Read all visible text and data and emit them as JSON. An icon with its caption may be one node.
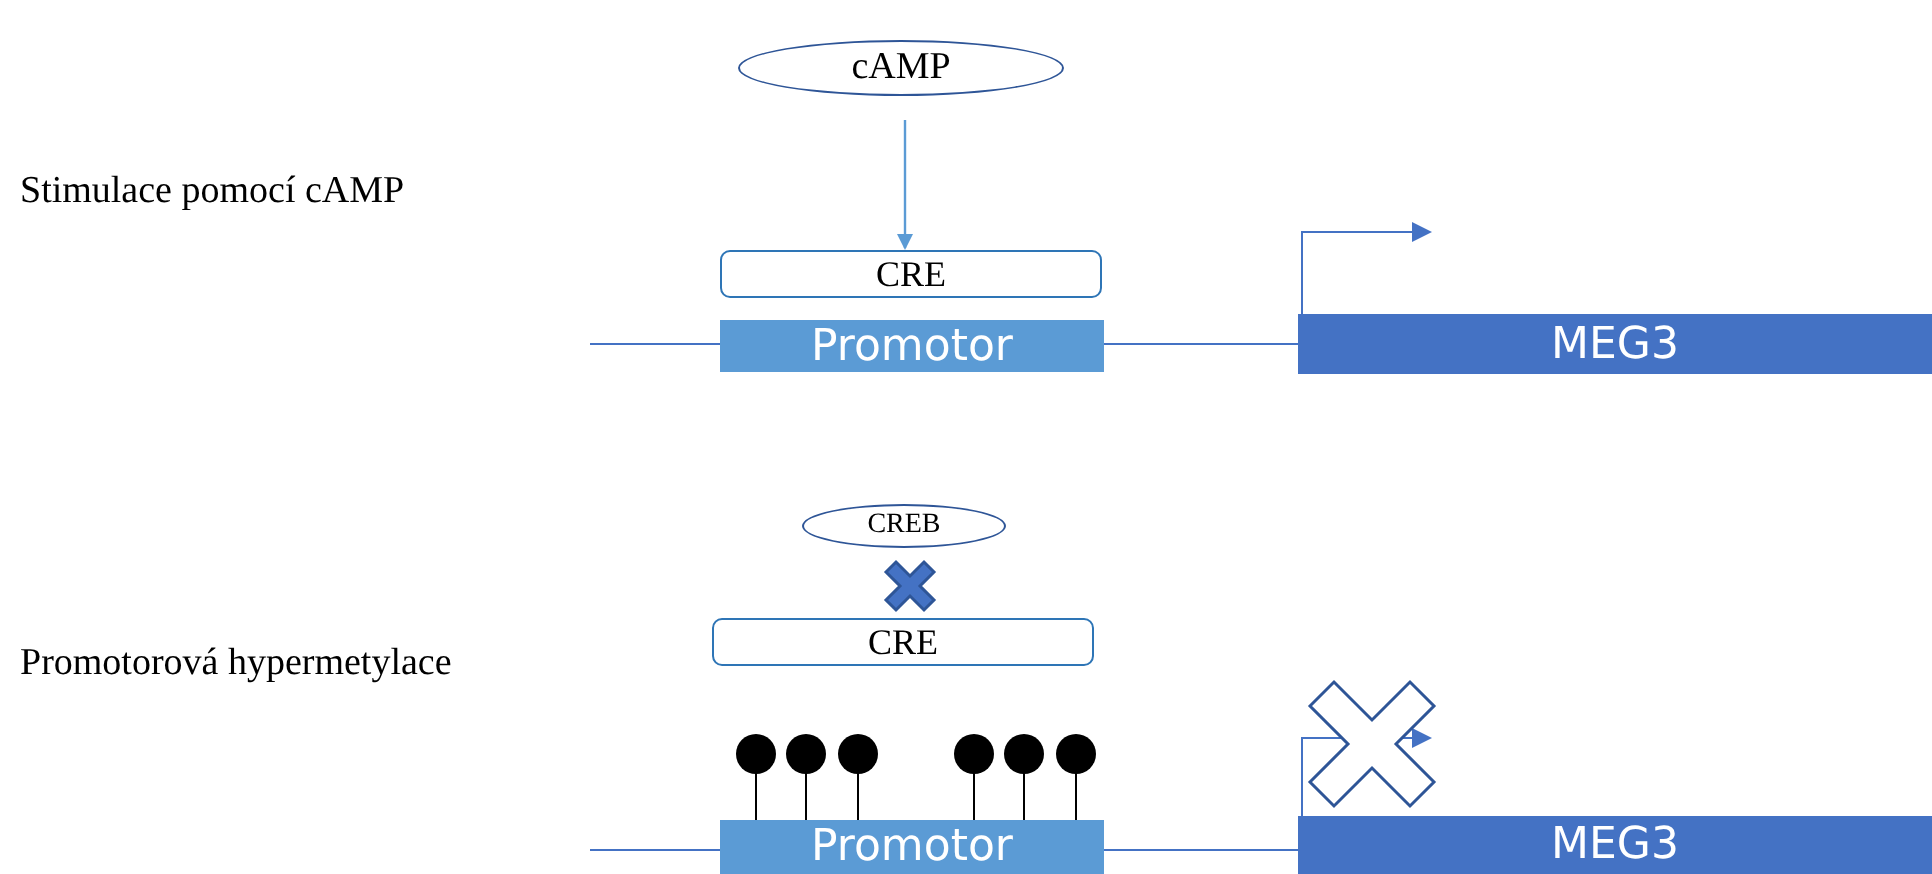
{
  "diagram": {
    "nodes": [
      {
        "text": [
          "cAMP"
        ]
      },
      {
        "text": [
          "CRE"
        ]
      },
      {
        "text": [
          "Promotor"
        ]
      },
      {
        "text": [
          "MEG3"
        ]
      },
      {
        "text": [
          "CREB"
        ]
      },
      {
        "text": [
          "CRE"
        ]
      },
      {
        "text": [
          "Promotor"
        ]
      },
      {
        "text": [
          "MEG3"
        ]
      }
    ],
    "edges": [
      {
        "from": 0,
        "to": 1,
        "arrow": "to"
      }
    ],
    "labels": [
      "Stimulace pomocí cAMP",
      "Promotorová hypermetylace"
    ]
  }
}
